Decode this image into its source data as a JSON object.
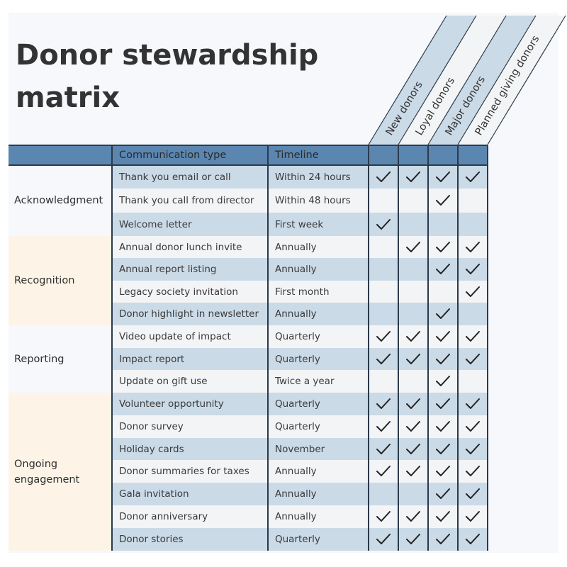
{
  "title_lines": [
    "Donor stewardship",
    "matrix"
  ],
  "headers": {
    "communication_type": "Communication type",
    "timeline": "Timeline"
  },
  "donor_columns": [
    "New donors",
    "Loyal donors",
    "Major donors",
    "Planned giving donors"
  ],
  "colors": {
    "header_blue": "#5b86b0",
    "row_blue": "#cbdae7",
    "row_white": "#f3f4f6",
    "group_cream": "#fdf4e7",
    "group_white": "#f6f8fc"
  },
  "groups": [
    {
      "name": "Acknowledgment",
      "rows": [
        {
          "type": "Thank you email or call",
          "timeline": "Within 24 hours",
          "checks": [
            true,
            true,
            true,
            true
          ]
        },
        {
          "type": "Thank you call from director",
          "timeline": "Within 48 hours",
          "checks": [
            false,
            false,
            true,
            false
          ]
        },
        {
          "type": "Welcome letter",
          "timeline": "First week",
          "checks": [
            true,
            false,
            false,
            false
          ]
        }
      ]
    },
    {
      "name": "Recognition",
      "rows": [
        {
          "type": "Annual donor lunch invite",
          "timeline": "Annually",
          "checks": [
            false,
            true,
            true,
            true
          ]
        },
        {
          "type": "Annual report listing",
          "timeline": "Annually",
          "checks": [
            false,
            false,
            true,
            true
          ]
        },
        {
          "type": "Legacy society invitation",
          "timeline": "First month",
          "checks": [
            false,
            false,
            false,
            true
          ]
        },
        {
          "type": "Donor highlight in newsletter",
          "timeline": "Annually",
          "checks": [
            false,
            false,
            true,
            false
          ]
        }
      ]
    },
    {
      "name": "Reporting",
      "rows": [
        {
          "type": "Video update of impact",
          "timeline": "Quarterly",
          "checks": [
            true,
            true,
            true,
            true
          ]
        },
        {
          "type": "Impact report",
          "timeline": "Quarterly",
          "checks": [
            true,
            true,
            true,
            true
          ]
        },
        {
          "type": "Update on gift use",
          "timeline": "Twice a year",
          "checks": [
            false,
            false,
            true,
            false
          ]
        }
      ]
    },
    {
      "name": "Ongoing engagement",
      "rows": [
        {
          "type": "Volunteer opportunity",
          "timeline": "Quarterly",
          "checks": [
            true,
            true,
            true,
            true
          ]
        },
        {
          "type": "Donor survey",
          "timeline": "Quarterly",
          "checks": [
            true,
            true,
            true,
            true
          ]
        },
        {
          "type": "Holiday cards",
          "timeline": "November",
          "checks": [
            true,
            true,
            true,
            true
          ]
        },
        {
          "type": "Donor summaries for taxes",
          "timeline": "Annually",
          "checks": [
            true,
            true,
            true,
            true
          ]
        },
        {
          "type": "Gala invitation",
          "timeline": "Annually",
          "checks": [
            false,
            false,
            true,
            true
          ]
        },
        {
          "type": "Donor anniversary",
          "timeline": "Annually",
          "checks": [
            true,
            true,
            true,
            true
          ]
        },
        {
          "type": "Donor stories",
          "timeline": "Quarterly",
          "checks": [
            true,
            true,
            true,
            true
          ]
        }
      ]
    }
  ]
}
